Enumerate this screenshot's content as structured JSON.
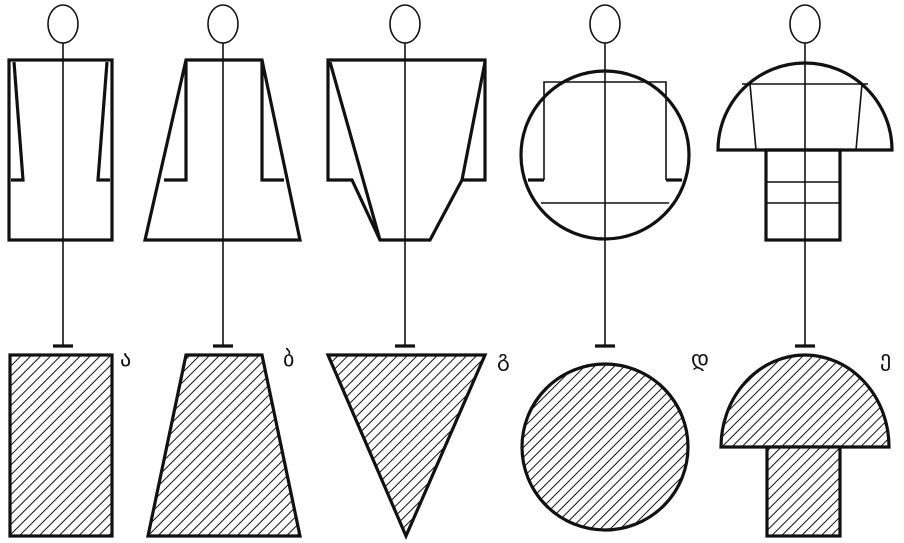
{
  "figures": [
    {
      "id": "a",
      "label": "ა",
      "silhouette": "rectangle"
    },
    {
      "id": "b",
      "label": "ბ",
      "silhouette": "trapezoid"
    },
    {
      "id": "g",
      "label": "გ",
      "silhouette": "inverted-triangle"
    },
    {
      "id": "d",
      "label": "დ",
      "silhouette": "circle"
    },
    {
      "id": "e",
      "label": "ე",
      "silhouette": "mushroom"
    }
  ],
  "colors": {
    "ink": "#111111",
    "background": "#ffffff"
  }
}
